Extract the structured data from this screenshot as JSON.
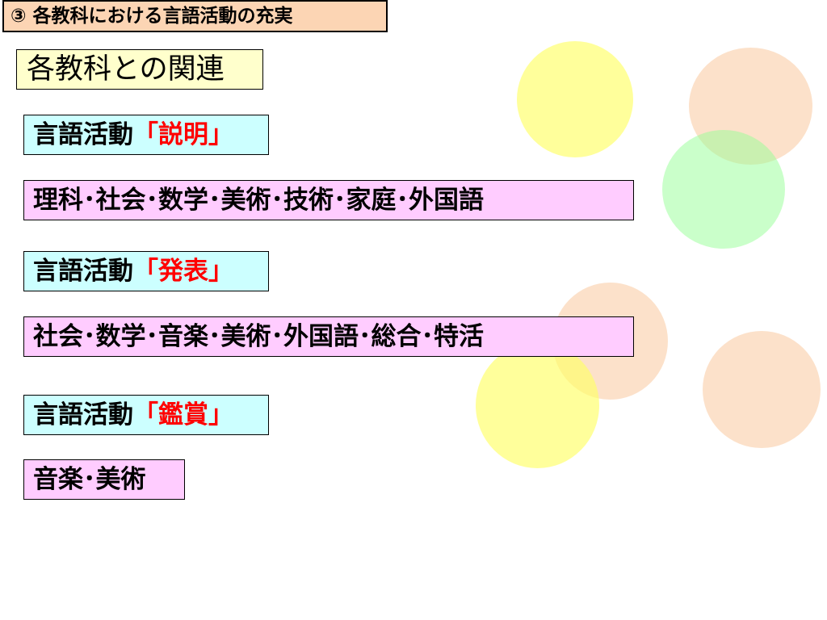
{
  "slide_title": "③ 各教科における言語活動の充実",
  "heading": "各教科との関連",
  "sections": [
    {
      "activity_prefix": "言語活動",
      "activity_highlight": "「説明」",
      "subjects": "理科･社会･数学･美術･技術･家庭･外国語"
    },
    {
      "activity_prefix": "言語活動",
      "activity_highlight": "「発表」",
      "subjects": "社会･数学･音楽･美術･外国語･総合･特活"
    },
    {
      "activity_prefix": "言語活動",
      "activity_highlight": "「鑑賞」",
      "subjects": "音楽･美術"
    }
  ],
  "colors": {
    "title_bg": "#fcd5b4",
    "heading_bg": "#ffffcc",
    "activity_bg": "#ccffff",
    "subjects_bg": "#ffccff",
    "highlight_text": "#ff0000",
    "circle_yellow": "#ffff99",
    "circle_peach": "#fcd5b4",
    "circle_green": "#ccffcc"
  }
}
